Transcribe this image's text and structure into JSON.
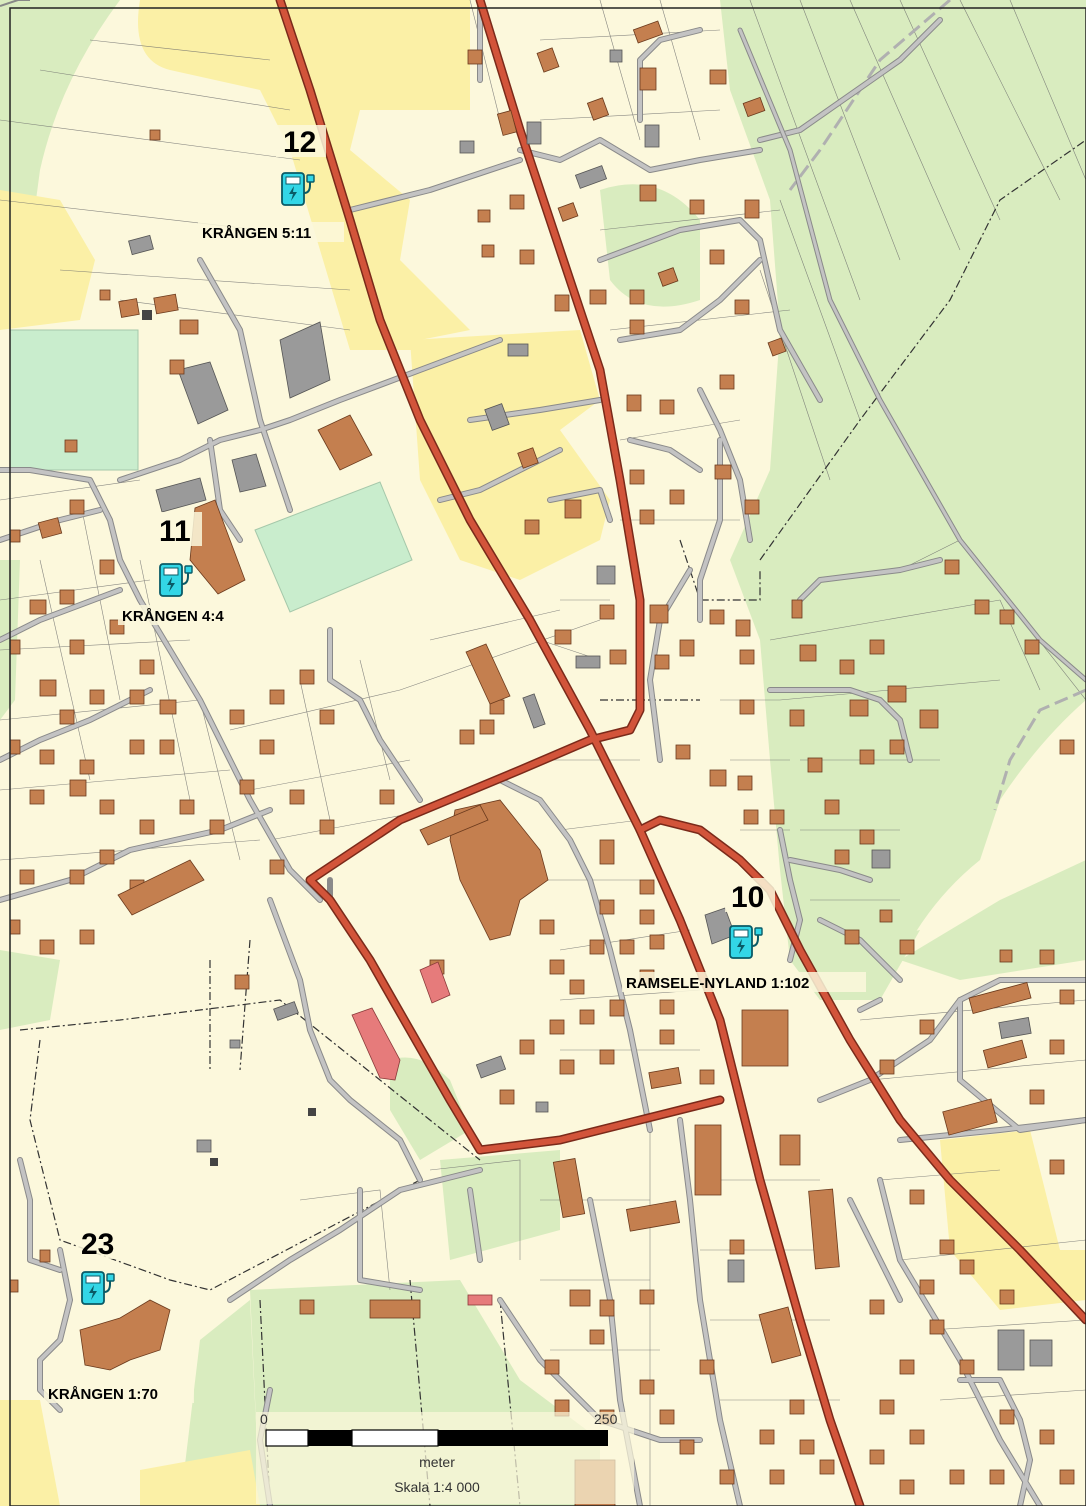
{
  "colors": {
    "base": "#fcf8dc",
    "field_yellow": "#fbf0a6",
    "forest_green": "#d9ecbf",
    "sports_field": "#c9edcd",
    "main_road": "#d2543a",
    "main_road_casing": "#7a2a1a",
    "minor_road": "#c3c3c3",
    "minor_road_casing": "#8a8a8a",
    "building_residential": "#c47f4f",
    "building_industrial": "#9a9a9a",
    "building_public": "#e67b7b",
    "charger_icon": "#33d6e6"
  },
  "stations": [
    {
      "number": "12",
      "name": "KRÅNGEN 5:11",
      "icon": "ev-charging-icon"
    },
    {
      "number": "11",
      "name": "KRÅNGEN 4:4",
      "icon": "ev-charging-icon"
    },
    {
      "number": "10",
      "name": "RAMSELE-NYLAND 1:102",
      "icon": "ev-charging-icon"
    },
    {
      "number": "23",
      "name": "KRÅNGEN 1:70",
      "icon": "ev-charging-icon"
    }
  ],
  "scale_bar": {
    "start_label": "0",
    "end_label": "250",
    "unit": "meter",
    "scale_text": "Skala 1:4 000"
  }
}
